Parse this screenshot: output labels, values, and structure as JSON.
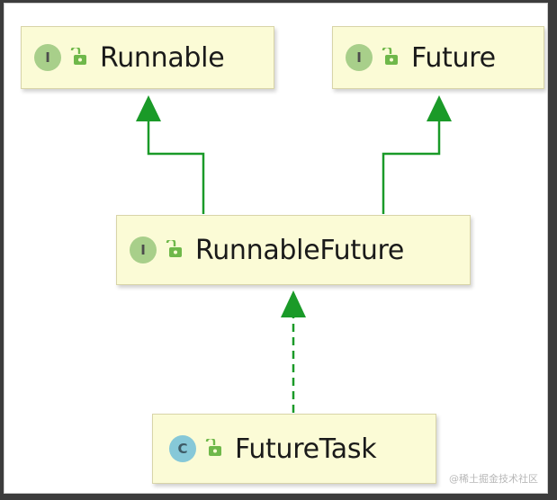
{
  "nodes": {
    "runnable": {
      "kind": "I",
      "name": "Runnable"
    },
    "future": {
      "kind": "I",
      "name": "Future"
    },
    "runnable_future": {
      "kind": "I",
      "name": "RunnableFuture"
    },
    "future_task": {
      "kind": "C",
      "name": "FutureTask"
    }
  },
  "edges": [
    {
      "from": "RunnableFuture",
      "to": "Runnable",
      "style": "solid",
      "relation": "extends"
    },
    {
      "from": "RunnableFuture",
      "to": "Future",
      "style": "solid",
      "relation": "extends"
    },
    {
      "from": "FutureTask",
      "to": "RunnableFuture",
      "style": "dashed",
      "relation": "implements"
    }
  ],
  "watermark": "@稀土掘金技术社区",
  "colors": {
    "node_fill": "#fbfbd6",
    "edge": "#1a9a28",
    "interface_badge": "#a8cf8a",
    "class_badge": "#86c8d8",
    "lock": "#6fb84a"
  },
  "icons": {
    "visibility": "unlock-icon"
  }
}
